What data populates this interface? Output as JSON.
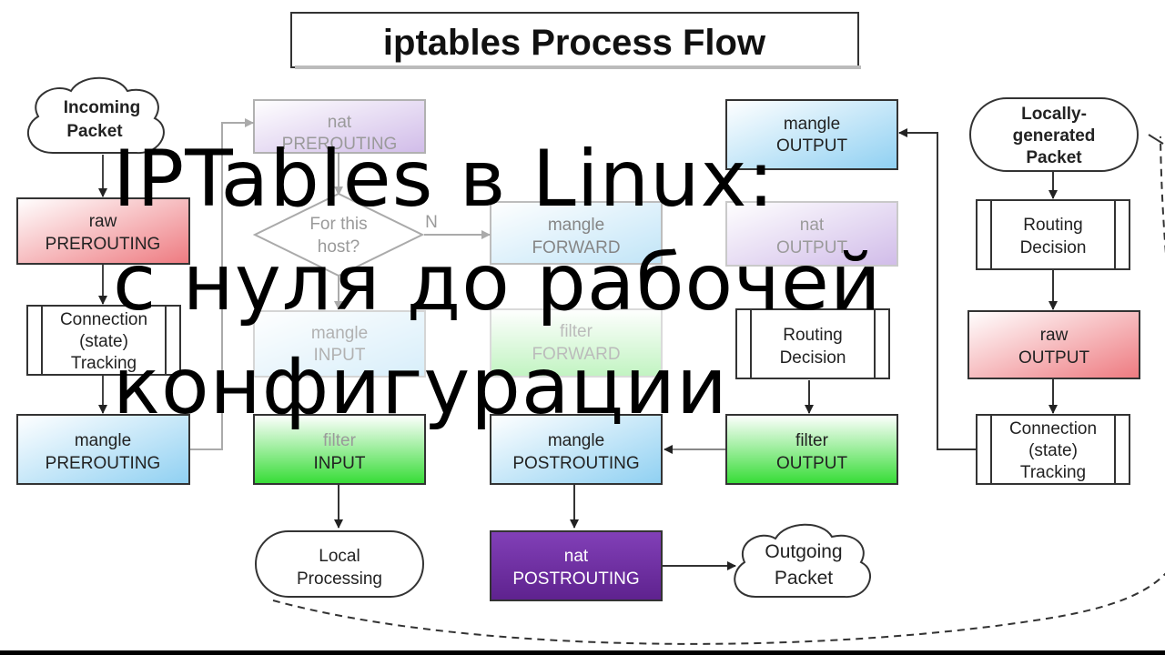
{
  "diagram": {
    "title": "iptables  Process Flow",
    "nodes": {
      "incoming_packet": [
        "Incoming",
        "Packet"
      ],
      "raw_prerouting": [
        "raw",
        "PREROUTING"
      ],
      "conntrack_left": [
        "Connection",
        "(state)",
        "Tracking"
      ],
      "mangle_prerouting": [
        "mangle",
        "PREROUTING"
      ],
      "nat_prerouting": [
        "nat",
        "PREROUTING"
      ],
      "for_this_host": [
        "For this",
        "host?"
      ],
      "decision_no": "N",
      "mangle_input": [
        "mangle",
        "INPUT"
      ],
      "filter_input": [
        "filter",
        "INPUT"
      ],
      "local_processing": [
        "Local",
        "Processing"
      ],
      "mangle_forward": [
        "mangle",
        "FORWARD"
      ],
      "filter_forward": [
        "filter",
        "FORWARD"
      ],
      "mangle_postrouting": [
        "mangle",
        "POSTROUTING"
      ],
      "nat_postrouting": [
        "nat",
        "POSTROUTING"
      ],
      "outgoing_packet": [
        "Outgoing",
        "Packet"
      ],
      "mangle_output": [
        "mangle",
        "OUTPUT"
      ],
      "nat_output": [
        "nat",
        "OUTPUT"
      ],
      "routing_decision_mid": [
        "Routing",
        "Decision"
      ],
      "filter_output": [
        "filter",
        "OUTPUT"
      ],
      "locally_generated": [
        "Locally-",
        "generated",
        "Packet"
      ],
      "routing_decision_right": [
        "Routing",
        "Decision"
      ],
      "raw_output": [
        "raw",
        "OUTPUT"
      ],
      "conntrack_right": [
        "Connection",
        "(state)",
        "Tracking"
      ]
    },
    "colors": {
      "raw": "#f3a0a4",
      "mangle": "#aee0f7",
      "nat": "#a47fd4",
      "nat_dark": "#6d2c9e",
      "filter": "#4fe24f",
      "stroke": "#333333"
    }
  },
  "overlay": {
    "lines": [
      "IPTables в Linux:",
      "с нуля до рабочей",
      "конфигурации"
    ]
  }
}
